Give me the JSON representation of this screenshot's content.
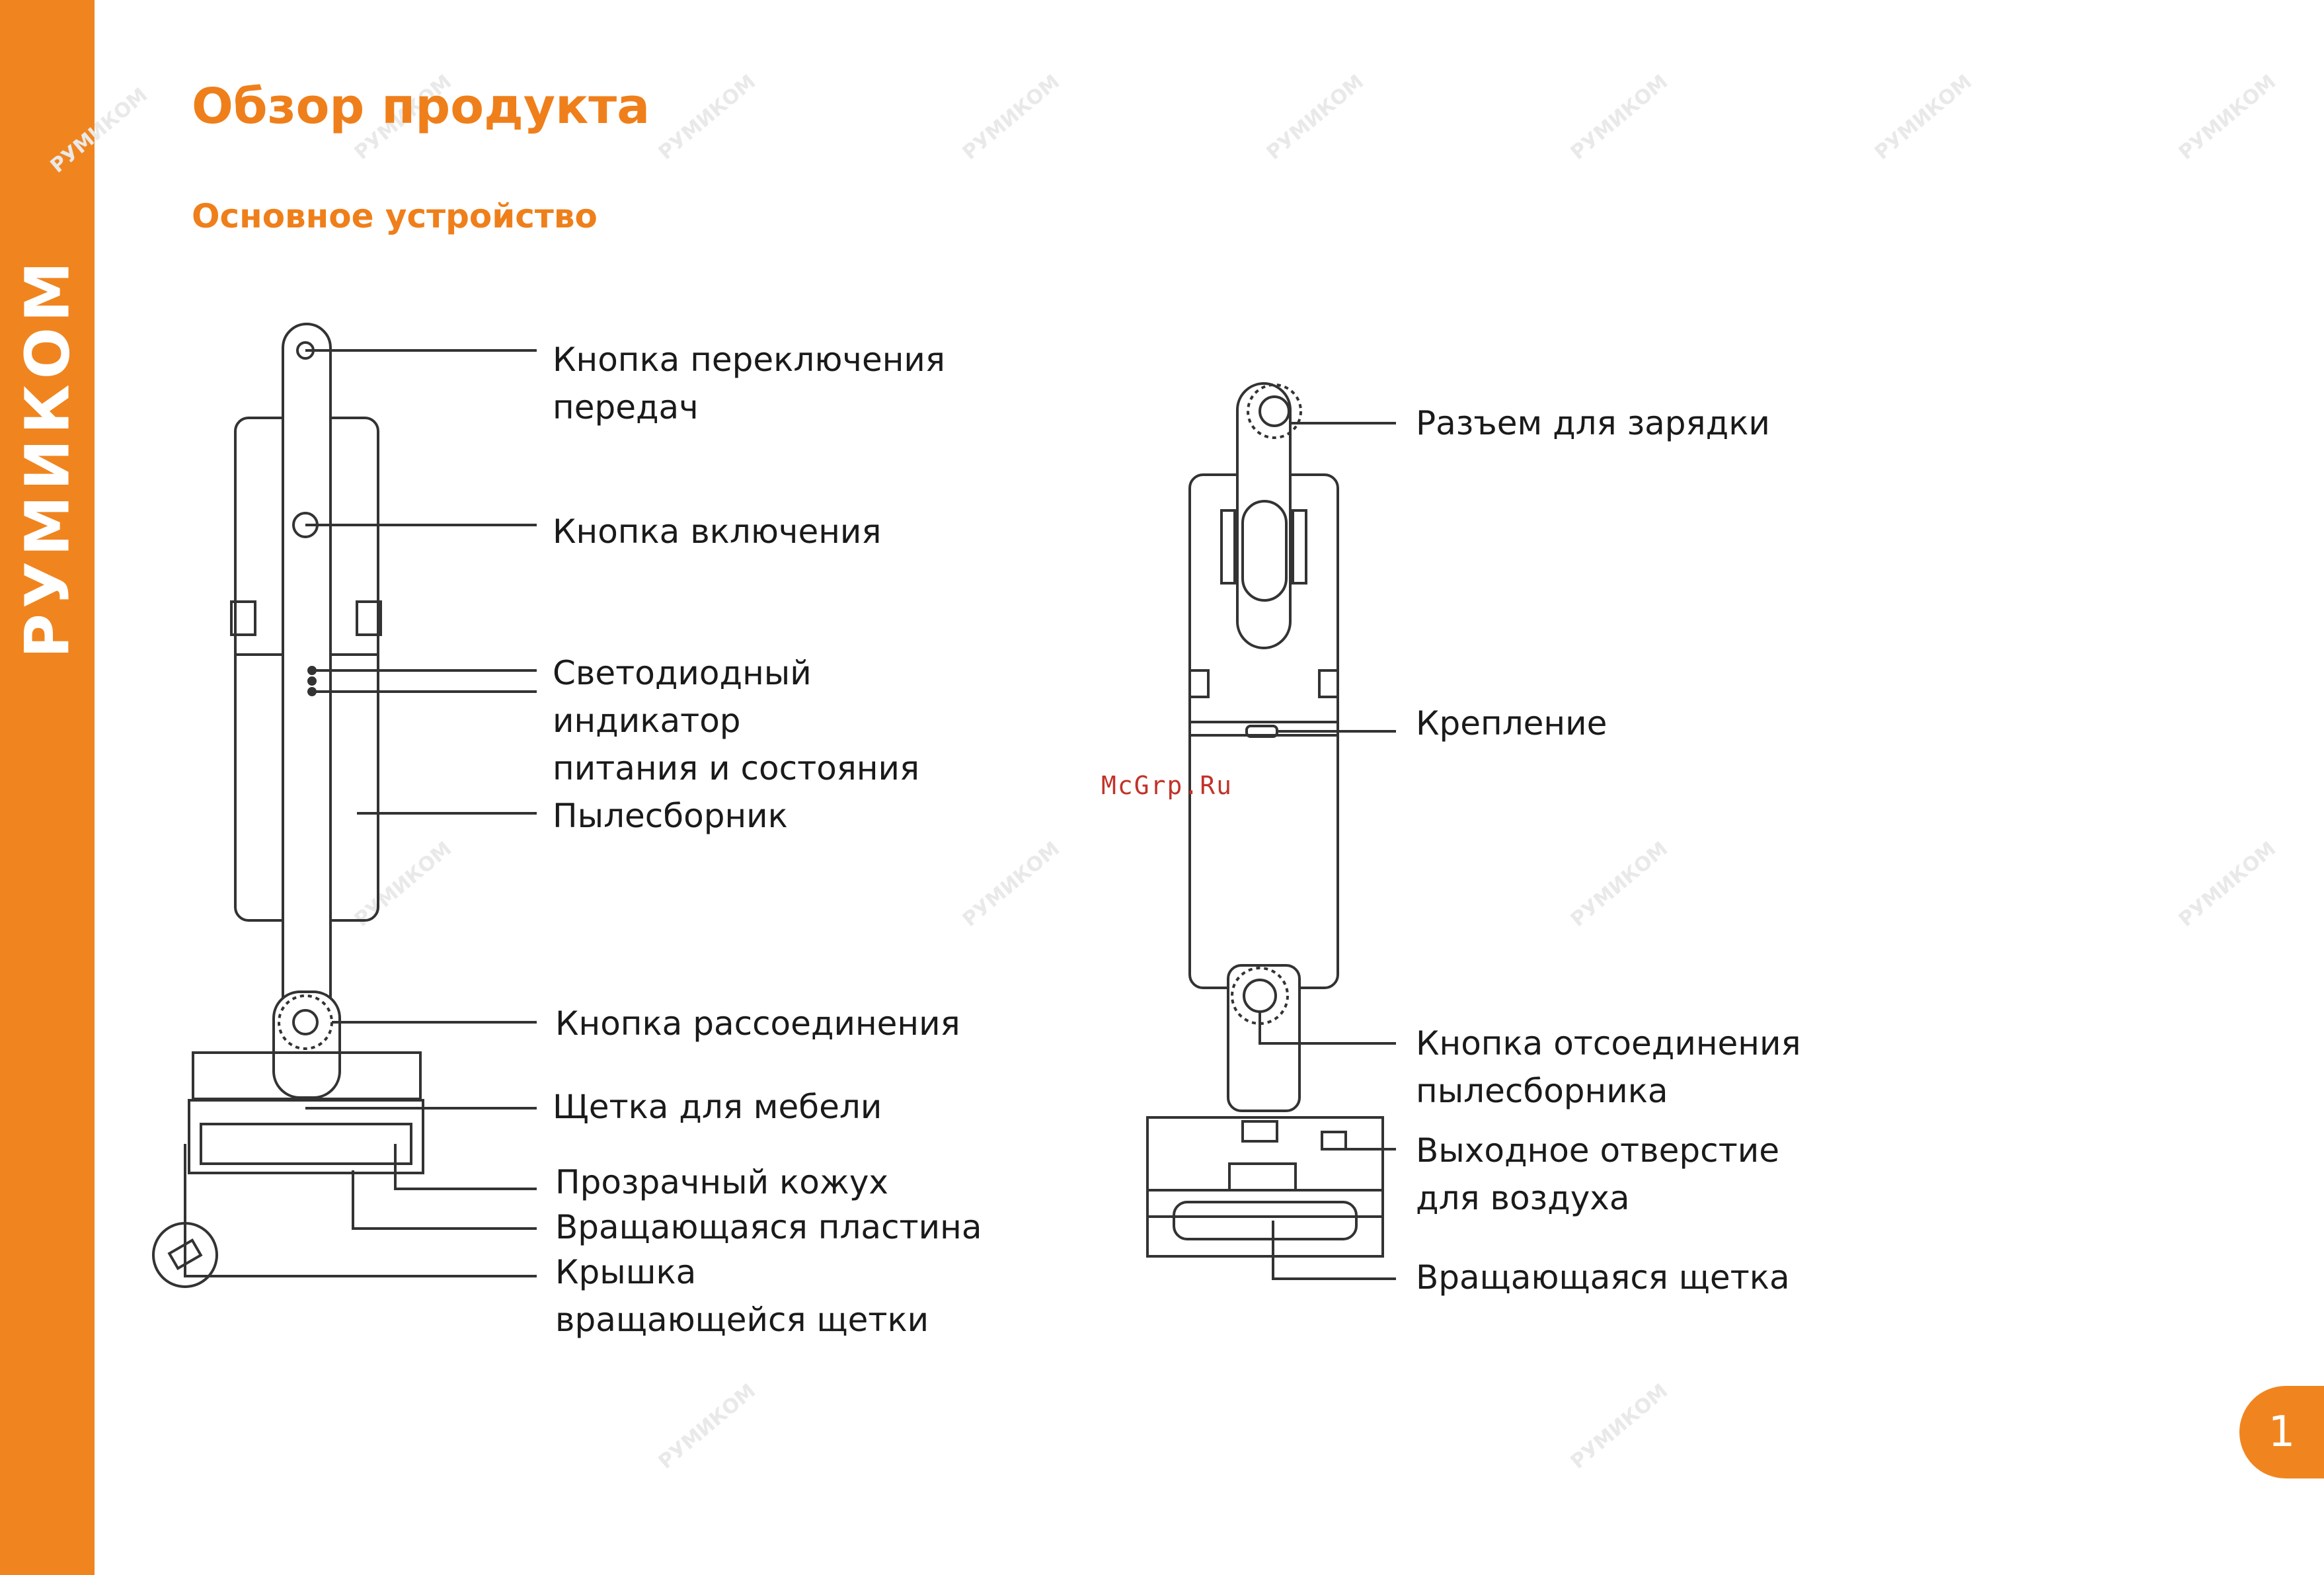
{
  "brand": {
    "label": "РУМИКОМ"
  },
  "header": {
    "title": "Обзор продукта",
    "subtitle": "Основное устройство"
  },
  "left_labels": {
    "gear_button": [
      "Кнопка переключения",
      "передач"
    ],
    "power_button": "Кнопка включения",
    "led_indicator": [
      "Светодиодный",
      "индикатор",
      "питания и состояния"
    ],
    "dust_container": "Пылесборник",
    "release_button": "Кнопка рассоединения",
    "furniture_brush": "Щетка для мебели",
    "transparent_cover": "Прозрачный кожух",
    "rotating_plate": "Вращающаяся пластина",
    "brush_cover": [
      "Крышка",
      "вращающейся щетки"
    ]
  },
  "right_labels": {
    "charging_port": "Разъем для зарядки",
    "mount": "Крепление",
    "dust_release_button": [
      "Кнопка отсоединения",
      "пылесборника"
    ],
    "air_outlet": [
      "Выходное отверстие",
      "для воздуха"
    ],
    "rotating_brush": "Вращающаяся щетка"
  },
  "watermark_site": "McGrp.Ru",
  "watermark_brand": "РУМИКОМ",
  "page_number": "1",
  "colors": {
    "accent": "#f0851f",
    "title": "#ef7f1a",
    "text": "#1a1a1a",
    "line": "#333333"
  }
}
